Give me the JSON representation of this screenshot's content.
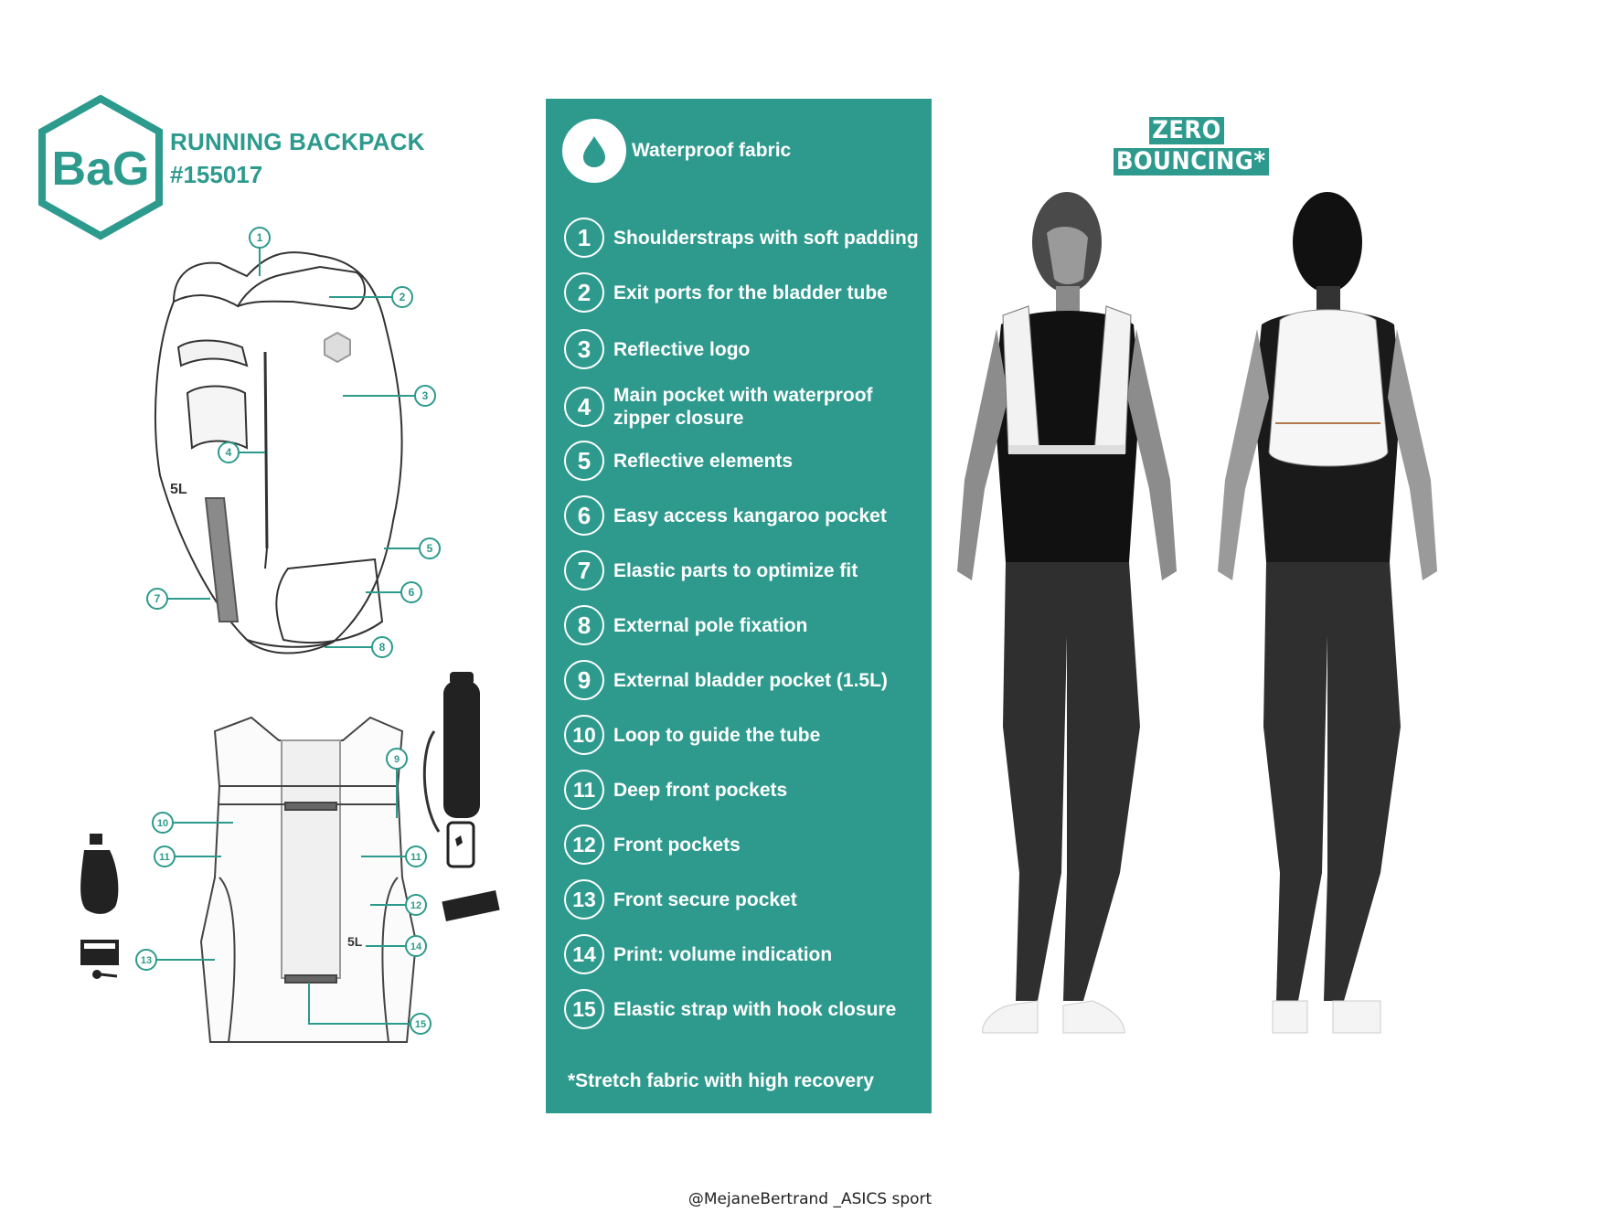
{
  "brand": {
    "logo_text": "BaG",
    "title": "RUNNING BACKPACK",
    "reference": "#155017",
    "color": "#2c9a8c"
  },
  "panel": {
    "background": "#2e9a8d",
    "waterproof_label": "Waterproof fabric",
    "features": [
      {
        "num": "1",
        "label": "Shoulderstraps with soft padding"
      },
      {
        "num": "2",
        "label": "Exit ports for the bladder tube"
      },
      {
        "num": "3",
        "label": "Reflective logo"
      },
      {
        "num": "4",
        "label": "Main pocket with waterproof zipper closure"
      },
      {
        "num": "5",
        "label": "Reflective elements"
      },
      {
        "num": "6",
        "label": "Easy access kangaroo pocket"
      },
      {
        "num": "7",
        "label": "Elastic parts to optimize fit"
      },
      {
        "num": "8",
        "label": "External pole fixation"
      },
      {
        "num": "9",
        "label": "External bladder pocket (1.5L)"
      },
      {
        "num": "10",
        "label": "Loop to guide the tube"
      },
      {
        "num": "11",
        "label": "Deep front pockets"
      },
      {
        "num": "12",
        "label": "Front pockets"
      },
      {
        "num": "13",
        "label": "Front secure pocket"
      },
      {
        "num": "14",
        "label": "Print: volume indication"
      },
      {
        "num": "15",
        "label": "Elastic strap with hook closure"
      }
    ],
    "footnote": "*Stretch fabric with high recovery"
  },
  "zero_bouncing": {
    "line1": "ZERO",
    "line2": "BOUNCING*"
  },
  "diagram_callouts": {
    "back_view": [
      "1",
      "2",
      "3",
      "4",
      "5",
      "6",
      "7",
      "8"
    ],
    "front_view": [
      "9",
      "10",
      "11",
      "11",
      "12",
      "13",
      "14",
      "15"
    ],
    "volume_print": "5L"
  },
  "credit": "@MejaneBertrand _ASICS sport"
}
